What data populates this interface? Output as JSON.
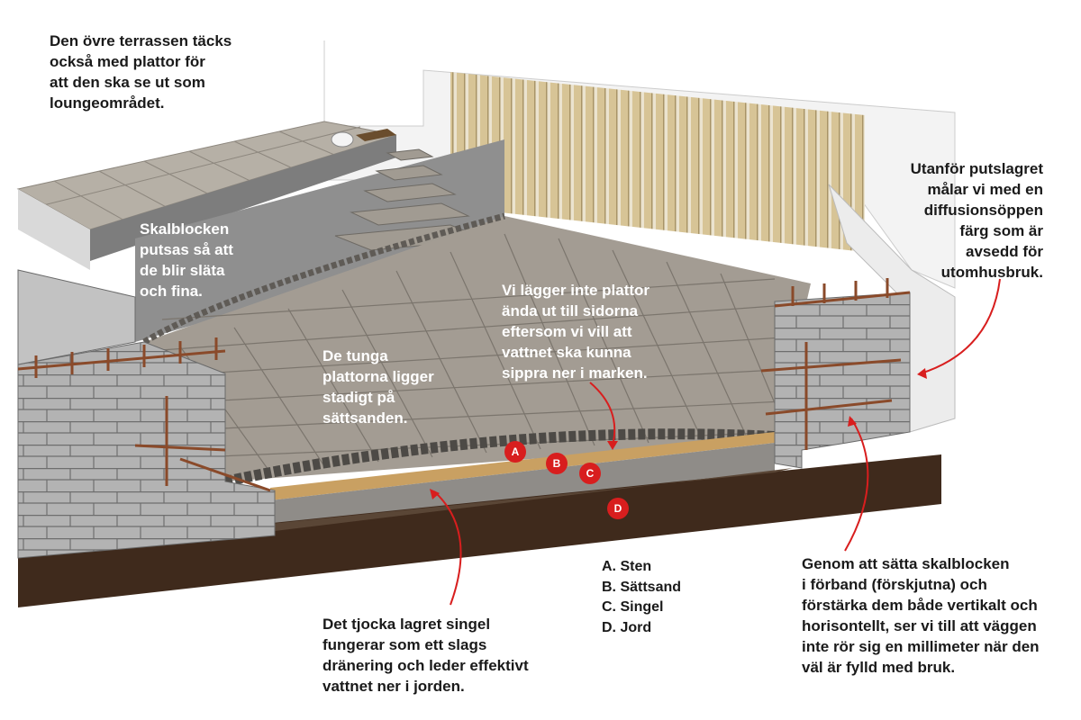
{
  "notes": {
    "upper_terrace": "Den övre terrassen täcks\nockså med plattor för\natt den ska se ut som\nloungeområdet.",
    "shell_blocks": "Skalblocken\nputsas så att\nde blir släta\noch fina.",
    "heavy_tiles": "De tunga\nplattorna ligger\nstadigt på\nsättsanden.",
    "tiles_edges": "Vi lägger inte plattor\nända ut till sidorna\neftersom vi vill att\nvattnet ska kunna\nsippra ner i marken.",
    "outside_plaster": "Utanför putslagret\nmålar vi med en\ndiffusionsöppen\nfärg som är\navsedd för\nutomhusbruk.",
    "gravel_layer": "Det tjocka lagret singel\nfungerar som ett slags\ndränering och leder effektivt\nvattnet ner i jorden.",
    "bond_blocks": "Genom att sätta skalblocken\ni förband (förskjutna) och\nförstärka dem både vertikalt och\nhorisontellt, ser vi till att väggen\ninte rör sig en millimeter när den\nväl är fylld med bruk."
  },
  "markers": {
    "a": "A",
    "b": "B",
    "c": "C",
    "d": "D"
  },
  "legend": {
    "a": "A. Sten",
    "b": "B. Sättsand",
    "c": "C. Singel",
    "d": "D. Jord"
  },
  "colors": {
    "accent_red": "#d81e1e",
    "soil": "#3f2a1c",
    "gravel": "#8f8c88",
    "sand": "#c9a062",
    "tiles": "#a39c93",
    "block_wall": "#b5b5b5",
    "wood_slats": "#d9c79a",
    "rebar": "#8a4a2a"
  }
}
